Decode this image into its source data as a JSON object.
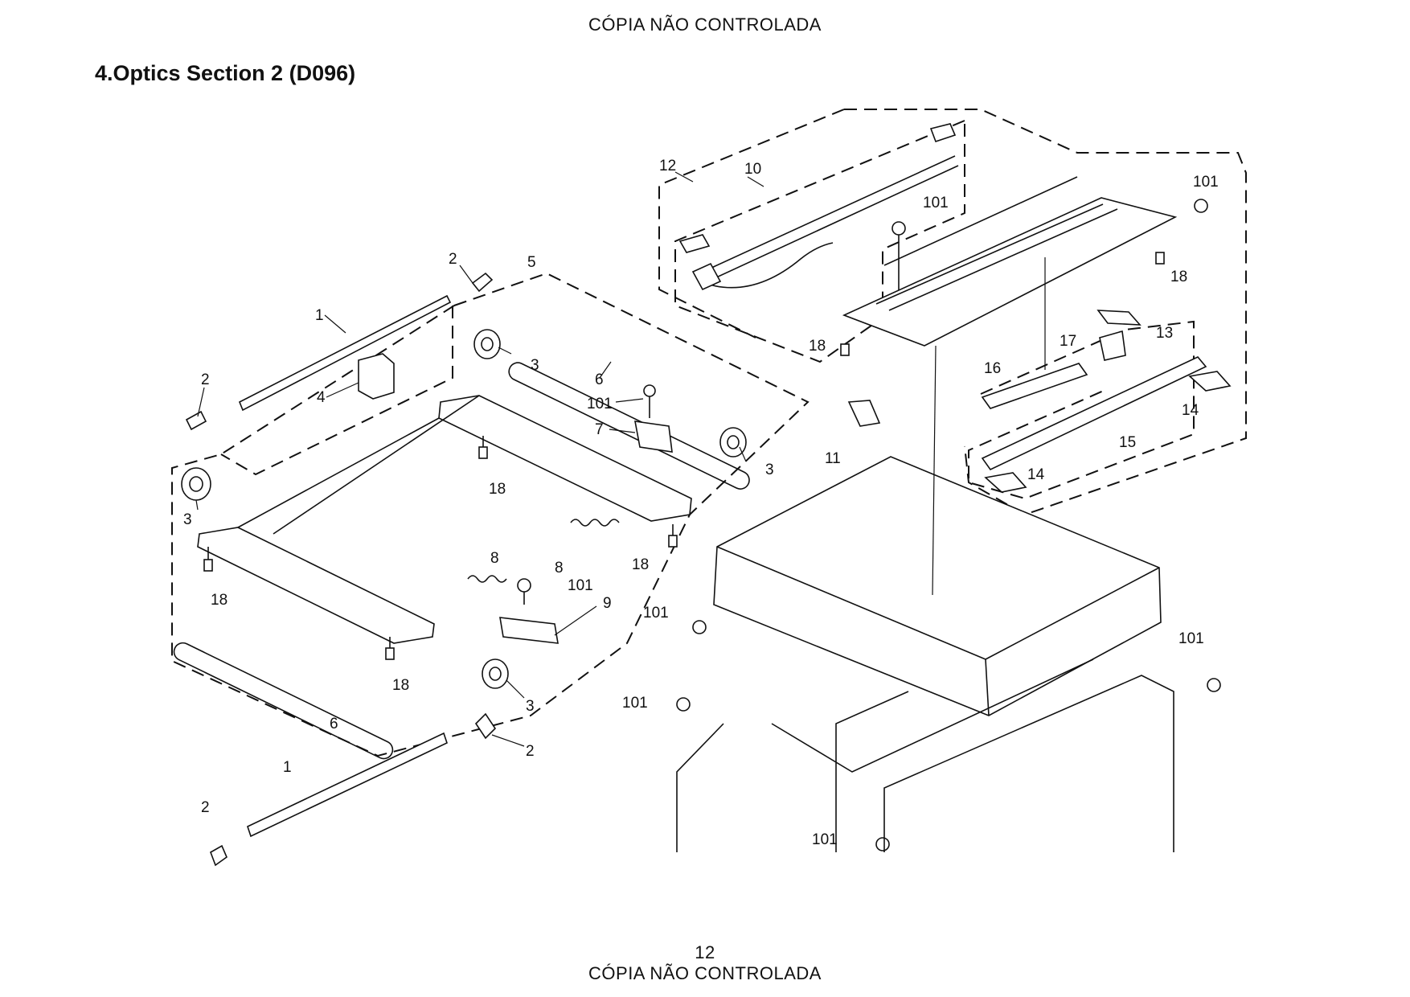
{
  "header": {
    "banner": "CÓPIA NÃO CONTROLADA"
  },
  "title": "4.Optics Section 2 (D096)",
  "footer": {
    "page_number": "12",
    "banner": "CÓPIA NÃO CONTROLADA"
  },
  "diagram": {
    "callouts": [
      "1",
      "2",
      "3",
      "4",
      "5",
      "6",
      "7",
      "8",
      "9",
      "10",
      "11",
      "12",
      "13",
      "14",
      "15",
      "16",
      "17",
      "18",
      "101"
    ]
  }
}
